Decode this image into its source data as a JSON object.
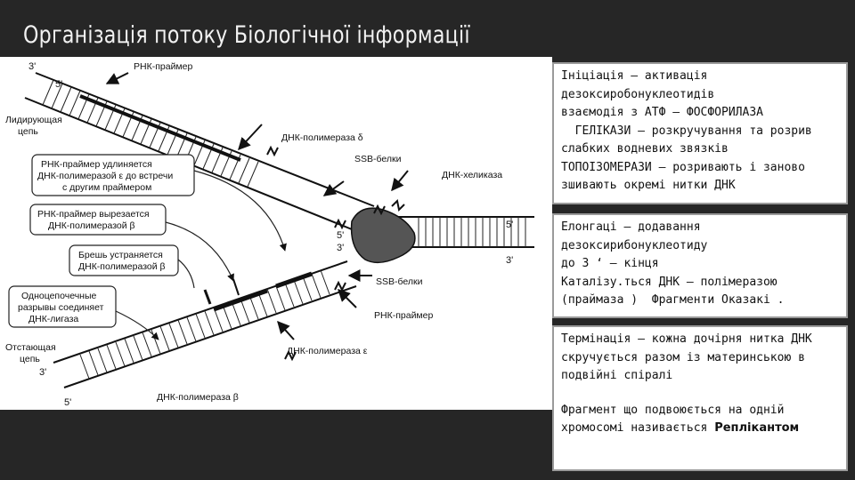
{
  "title": "Організація потоку Біологічної інформації",
  "diagram": {
    "labels": {
      "rna_primer_top": "РНК-праймер",
      "leading_strand_1": "Лидирующая",
      "leading_strand_2": "цепь",
      "dna_pol_delta": "ДНК-полимераза δ",
      "ssb_top": "SSB-белки",
      "dna_helicase": "ДНК-хеликаза",
      "ssb_bottom": "SSB-белки",
      "rna_primer_bottom": "РНК-праймер",
      "lagging_strand_1": "Отстающая",
      "lagging_strand_2": "цепь",
      "dna_pol_epsilon": "ДНК-полимераза ε",
      "dna_pol_beta": "ДНК-полимераза β"
    },
    "callouts": [
      [
        "РНК-праймер удлиняется",
        "ДНК-полимеразой ε до встречи",
        "с другим праймером"
      ],
      [
        "РНК-праймер вырезается",
        "ДНК-полимеразой β"
      ],
      [
        "Брешь устраняется",
        "ДНК-полимеразой β"
      ],
      [
        "Одноцепочечные",
        "разрывы соединяет",
        "ДНК-лигаза"
      ]
    ],
    "ends": {
      "top_left_3": "3'",
      "top_left_5": "5'",
      "right_5": "5'",
      "right_3": "3'",
      "fork_3": "3'",
      "fork_5": "5'",
      "bottom_left_3": "3'",
      "bottom_left_5": "5'"
    }
  },
  "panels": {
    "initiation": {
      "line1": "Ініціація – активація дезоксиробонуклеотидів",
      "line2": "взаємодія з АТФ – ФОСФОРИЛАЗА",
      "line3": "  ГЕЛІКАЗИ – розкручування та розрив",
      "line4": "слабких водневих звязків",
      "line5": "ТОПОІЗОМЕРАЗИ – розривають і заново",
      "line6": "зшивають окремі нитки ДНК"
    },
    "elongation": {
      "line1": "Елонгаці – додавання дезоксирибонуклеотиду",
      "line2": "до 3 ‘ – кінця",
      "line3": "Каталізу.ться ДНК – полімеразою",
      "line4": "(праймаза )  Фрагменти Оказакі ."
    },
    "termination": {
      "line1": "Термінація – кожна дочірня нитка ДНК",
      "line2": "скручується разом із материнською в",
      "line3": "подвійні спіралі",
      "line4": "Фрагмент що подвоюється на одній",
      "line5_prefix": "хромосомі називається ",
      "line5_bold": "Реплікантом"
    }
  }
}
